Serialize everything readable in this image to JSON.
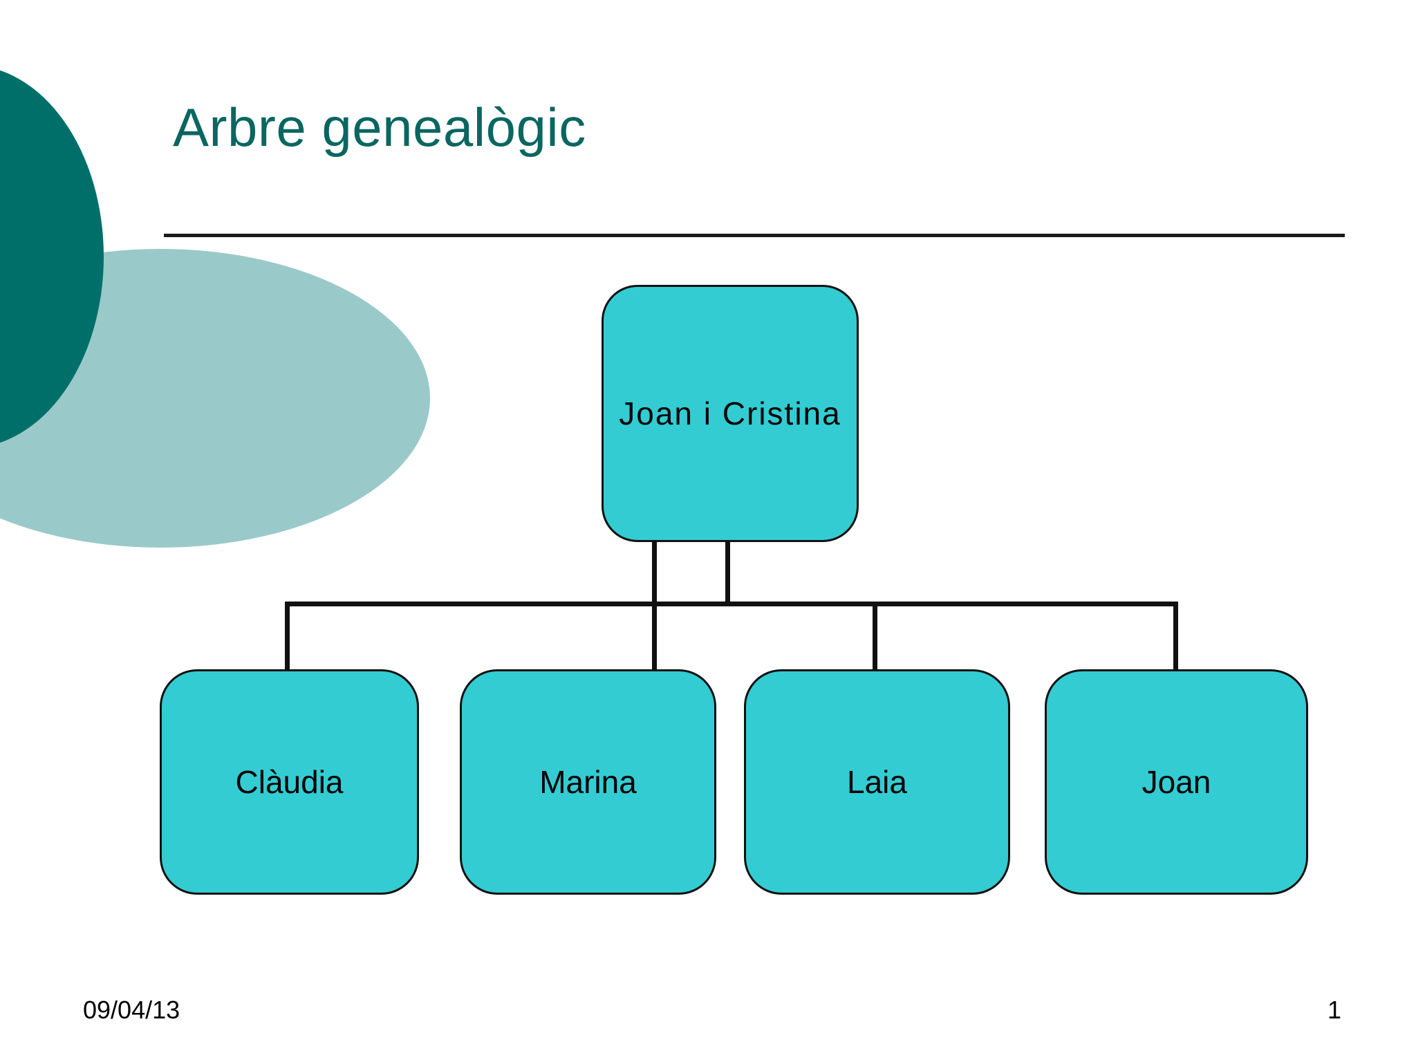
{
  "slide": {
    "title": "Arbre genealògic",
    "title_color": "#0A6660",
    "background_color": "#FFFFFF",
    "accent_dark": "#006F6A",
    "accent_light": "#9AC9C9",
    "node_fill": "#33CCD3",
    "node_border": "#111111"
  },
  "chart_data": {
    "type": "diagram",
    "subtype": "family-tree",
    "title": "Arbre genealògic",
    "root": {
      "label": "Joan i Cristina"
    },
    "children": [
      {
        "label": "Clàudia"
      },
      {
        "label": "Marina"
      },
      {
        "label": "Laia"
      },
      {
        "label": "Joan"
      }
    ]
  },
  "footer": {
    "date": "09/04/13",
    "page_number": "1"
  }
}
